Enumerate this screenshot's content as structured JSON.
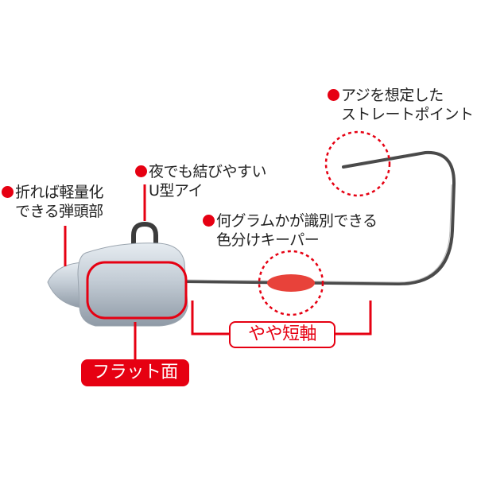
{
  "callouts": {
    "point": {
      "line1": "アジを想定した",
      "line2": "ストレートポイント"
    },
    "eye": {
      "line1": "夜でも結びやすい",
      "line2": "U型アイ"
    },
    "head": {
      "line1": "折れば軽量化",
      "line2": "できる弾頭部"
    },
    "keeper": {
      "line1": "何グラムかが識別できる",
      "line2": "色分けキーパー"
    }
  },
  "tags": {
    "short_shank": "やや短軸",
    "flat_face": "フラット面"
  },
  "colors": {
    "accent": "#e60012",
    "hook": "#4a4a4a",
    "lead": "#c9d3dc"
  }
}
